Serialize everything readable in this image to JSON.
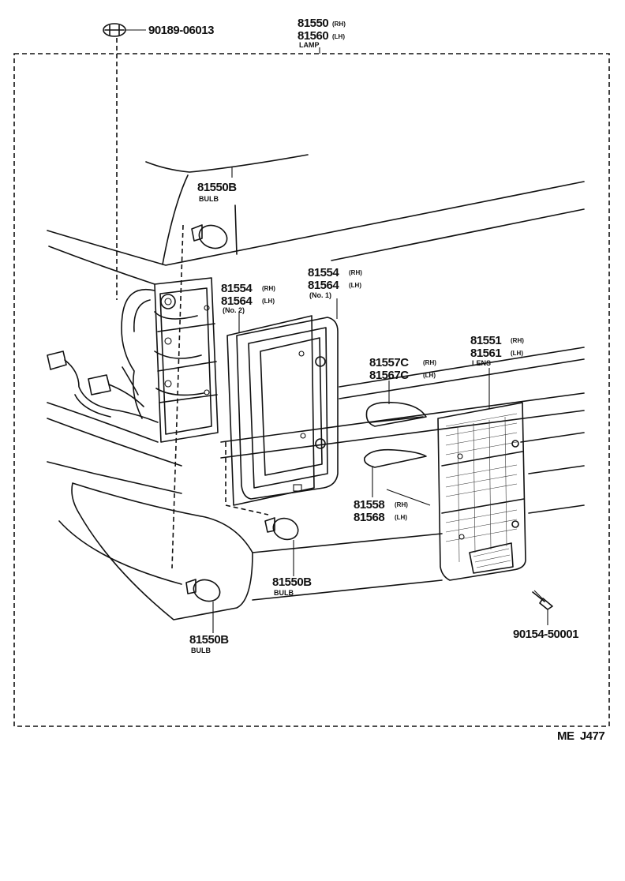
{
  "screw_top": {
    "part": "90189-06013"
  },
  "lamp": {
    "rh": "81550",
    "lh": "81560",
    "name": "LAMP",
    "rh_tag": "(RH)",
    "lh_tag": "(LH)"
  },
  "bulb_top": {
    "part": "81550B",
    "name": "BULB"
  },
  "gasket_no2": {
    "rh": "81554",
    "lh": "81564",
    "rh_tag": "(RH)",
    "lh_tag": "(LH)",
    "note": "(No. 2)"
  },
  "gasket_no1": {
    "rh": "81554",
    "lh": "81564",
    "rh_tag": "(RH)",
    "lh_tag": "(LH)",
    "note": "(No. 1)"
  },
  "lens": {
    "rh": "81551",
    "lh": "81561",
    "name": "LENS",
    "rh_tag": "(RH)",
    "lh_tag": "(LH)"
  },
  "reflector_c": {
    "rh": "81557C",
    "lh": "81567C",
    "rh_tag": "(RH)",
    "lh_tag": "(LH)"
  },
  "reflector": {
    "rh": "81558",
    "lh": "81568",
    "rh_tag": "(RH)",
    "lh_tag": "(LH)"
  },
  "bulb_mid": {
    "part": "81550B",
    "name": "BULB"
  },
  "bulb_low": {
    "part": "81550B",
    "name": "BULB"
  },
  "screw_bottom": {
    "part": "90154-50001"
  },
  "figure_code": "ME  J477"
}
